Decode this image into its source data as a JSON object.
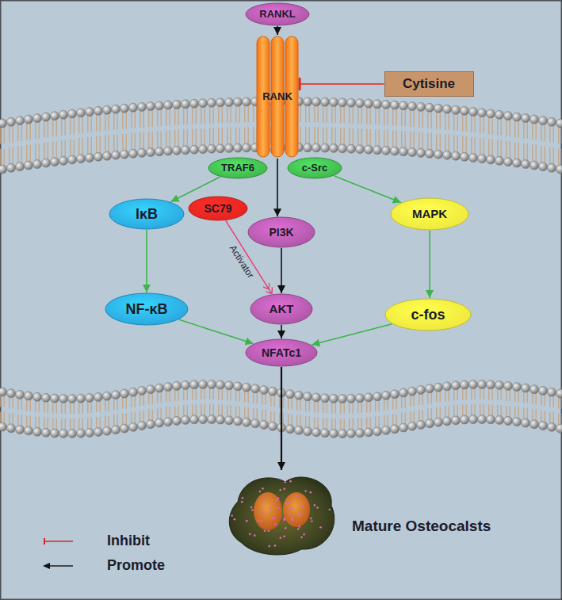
{
  "diagram": {
    "nodes": [
      {
        "text": [
          "RANKL"
        ]
      },
      {
        "text": [
          "RANK"
        ]
      },
      {
        "text": [
          "Cytisine"
        ]
      },
      {
        "text": [
          "TRAF6"
        ]
      },
      {
        "text": [
          "c-Src"
        ]
      },
      {
        "text": [
          "IκB"
        ]
      },
      {
        "text": [
          "SC79"
        ]
      },
      {
        "text": [
          "PI3K"
        ]
      },
      {
        "text": [
          "MAPK"
        ]
      },
      {
        "text": [
          "NF-κB"
        ]
      },
      {
        "text": [
          "AKT"
        ]
      },
      {
        "text": [
          "c-fos"
        ]
      },
      {
        "text": [
          "NFATc1"
        ]
      },
      {
        "text": [
          "Mature Osteocalsts"
        ]
      }
    ],
    "edges": [
      {
        "from": 0,
        "to": 1,
        "arrow": "to"
      },
      {
        "from": 2,
        "to": 1,
        "arrow": "to"
      },
      {
        "from": 3,
        "to": 5,
        "arrow": "to"
      },
      {
        "from": 1,
        "to": 7,
        "arrow": "to"
      },
      {
        "from": 4,
        "to": 8,
        "arrow": "to"
      },
      {
        "from": 5,
        "to": 9,
        "arrow": "to"
      },
      {
        "from": 6,
        "to": 10,
        "label": "Activator",
        "arrow": "to"
      },
      {
        "from": 7,
        "to": 10,
        "arrow": "to"
      },
      {
        "from": 8,
        "to": 11,
        "arrow": "to"
      },
      {
        "from": 9,
        "to": 12,
        "arrow": "to"
      },
      {
        "from": 10,
        "to": 12,
        "arrow": "to"
      },
      {
        "from": 11,
        "to": 12,
        "arrow": "to"
      },
      {
        "from": 12,
        "to": 13,
        "arrow": "to"
      }
    ],
    "legend": [
      {
        "text": "Inhibit"
      },
      {
        "text": "Promote"
      }
    ]
  }
}
